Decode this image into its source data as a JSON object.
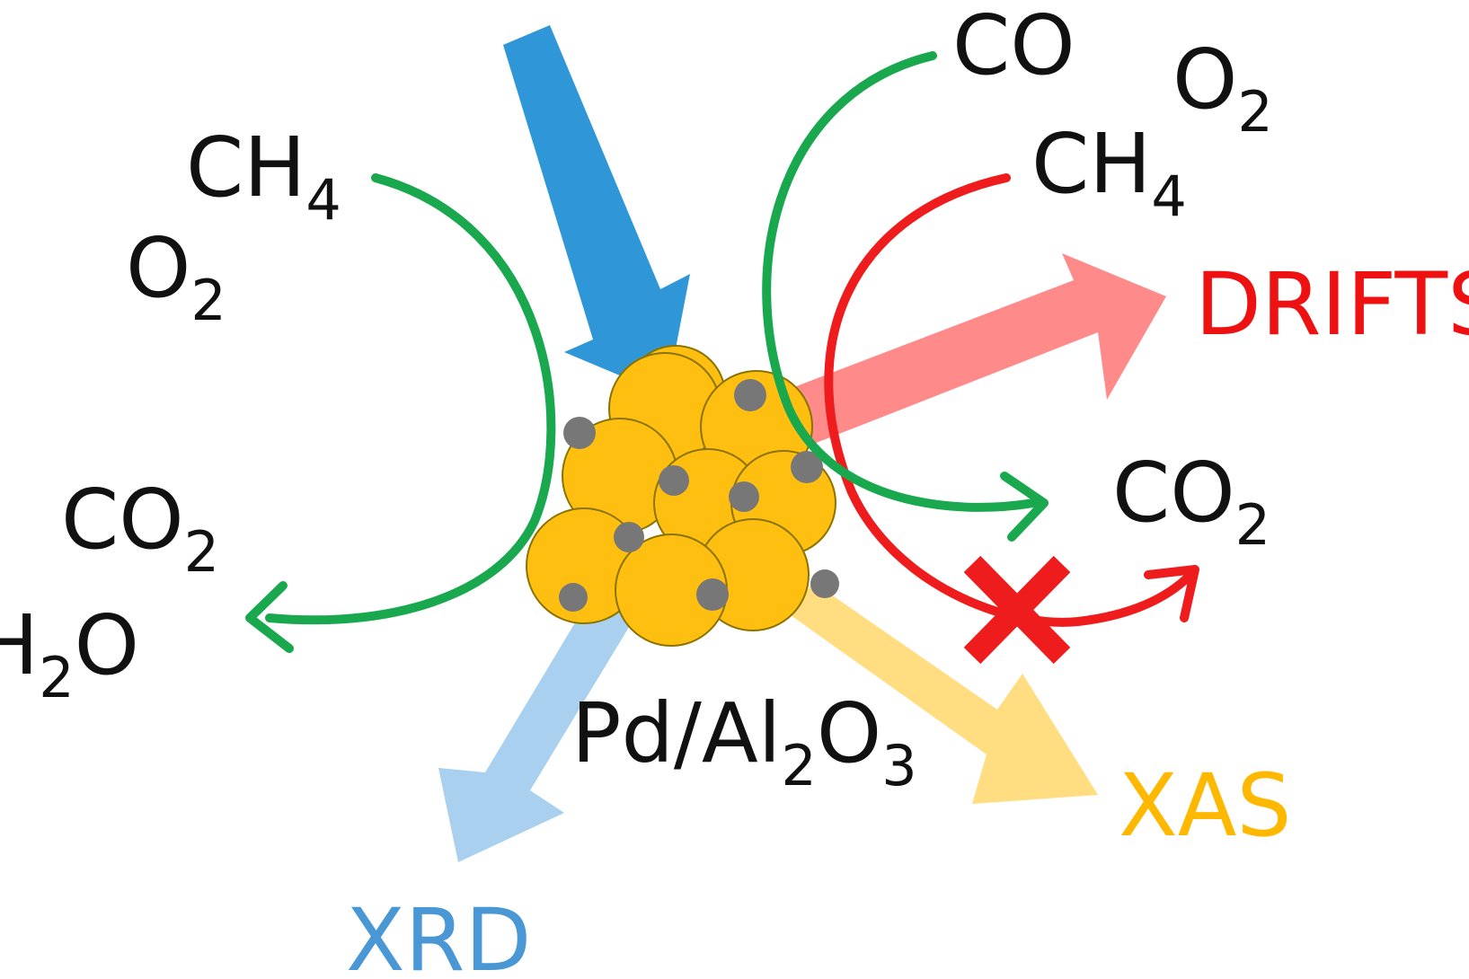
{
  "colors": {
    "beam_in": "#2f97d8",
    "drifts": "#ff8a8a",
    "xas": "#ffdd80",
    "xrd": "#a9d0ef",
    "green_path": "#1aa84f",
    "red_path": "#ee1c1c",
    "particle_fill": "#ffbf10",
    "particle_edge": "#8a7300",
    "pd_site": "#777777",
    "text": "#111111",
    "drifts_label": "#ee1111",
    "xas_label": "#ffb800",
    "xrd_label": "#4a97d5"
  },
  "left_reactants": {
    "ch4": {
      "main": "CH",
      "sub": "4"
    },
    "o2": {
      "main": "O",
      "sub": "2"
    }
  },
  "left_products": {
    "co2": {
      "main": "CO",
      "sub": "2"
    },
    "h2o": {
      "pre": "H",
      "sub": "2",
      "post": "O"
    }
  },
  "right_reactants": {
    "co": "CO",
    "o2": {
      "main": "O",
      "sub": "2"
    },
    "ch4": {
      "main": "CH",
      "sub": "4"
    }
  },
  "right_product": {
    "main": "CO",
    "sub": "2"
  },
  "catalyst": {
    "pre": "Pd/Al",
    "sub1": "2",
    "mid": "O",
    "sub2": "3"
  },
  "techniques": {
    "drifts": "DRIFTS",
    "xas": "XAS",
    "xrd": "XRD"
  },
  "blocked_marker": "blocked-x-icon"
}
